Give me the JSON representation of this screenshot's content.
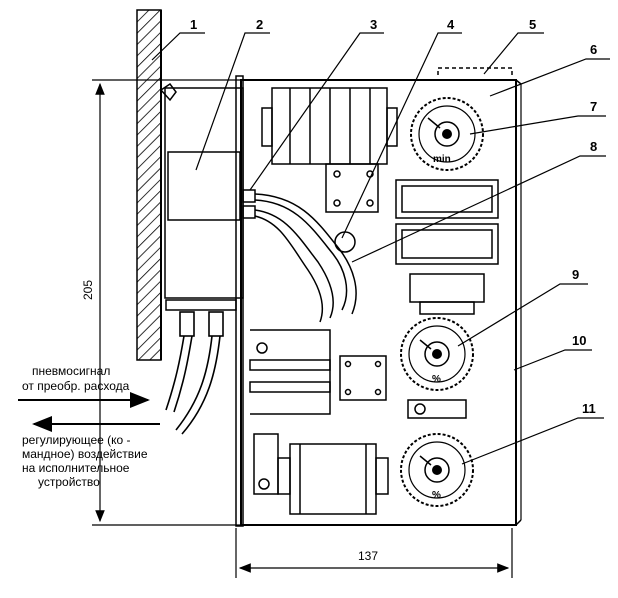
{
  "callouts": [
    "1",
    "2",
    "3",
    "4",
    "5",
    "6",
    "7",
    "8",
    "9",
    "10",
    "11"
  ],
  "dimensions": {
    "height": "205",
    "width": "137"
  },
  "signals": {
    "input_line1": "пневмосигнал",
    "input_line2": "от преобр. расхода",
    "output_line1": "регулирующее (ко -",
    "output_line2": "мандное) воздействие",
    "output_line3": "на исполнительное",
    "output_line4": "устройство"
  },
  "dial_labels": {
    "top": "min",
    "middle": "%",
    "bottom": "%"
  }
}
